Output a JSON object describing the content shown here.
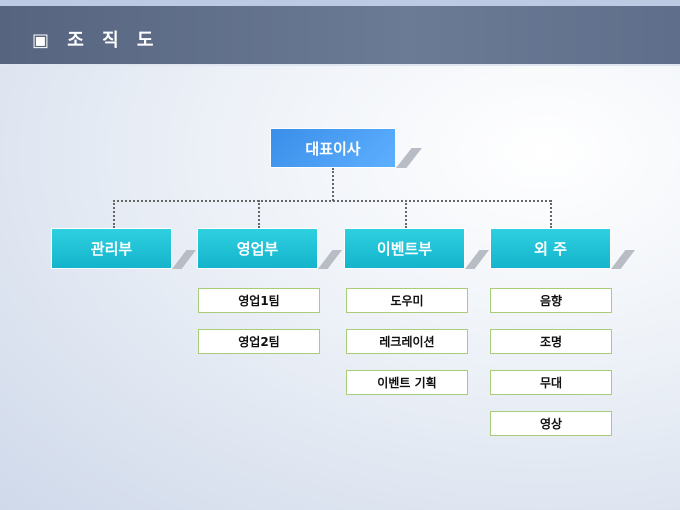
{
  "title": "▣ 조 직 도",
  "ceo": "대표이사",
  "departments": [
    "관리부",
    "영업부",
    "이벤트부",
    "외 주"
  ],
  "sales_teams": [
    "영업1팀",
    "영업2팀"
  ],
  "event_teams": [
    "도우미",
    "레크레이션",
    "이벤트 기획"
  ],
  "outsourcing_teams": [
    "음향",
    "조명",
    "무대",
    "영상"
  ]
}
